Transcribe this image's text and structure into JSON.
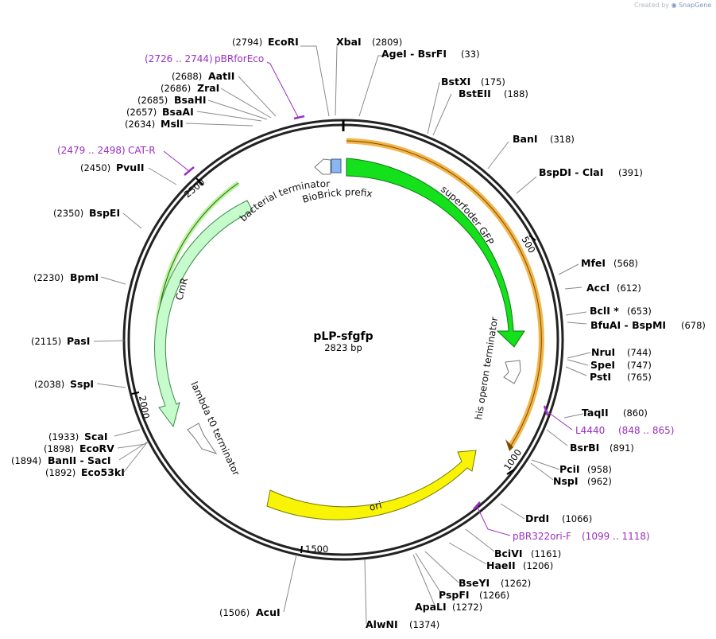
{
  "watermark": {
    "prefix": "Created by",
    "brand": "SnapGene"
  },
  "plasmid": {
    "name": "pLP-sfgfp",
    "size": "2823 bp",
    "length": 2823
  },
  "ticks": [
    "500",
    "1000",
    "1500",
    "2000",
    "2500"
  ],
  "features": [
    {
      "name": "superfoder GFP",
      "color": "#14e01b"
    },
    {
      "name": "his operon terminator",
      "color": "#ffffff"
    },
    {
      "name": "ori",
      "color": "#f9f406"
    },
    {
      "name": "lambda t0 terminator",
      "color": "#ffffff"
    },
    {
      "name": "CmR",
      "color": "#c6fbcc"
    },
    {
      "name": "bacterial terminator",
      "color": "#ffffff"
    },
    {
      "name": "BioBrick prefix",
      "color": "#8ab7f0"
    }
  ],
  "orange_region_color": "#f3b54a",
  "enzymes": [
    {
      "num": "(2794)",
      "name": "EcoRI"
    },
    {
      "num": "(2809)",
      "name": "XbaI"
    },
    {
      "num": "(33)",
      "name": "AgeI - BsrFI"
    },
    {
      "num": "(175)",
      "name": "BstXI"
    },
    {
      "num": "(188)",
      "name": "BstEII"
    },
    {
      "num": "(318)",
      "name": "BanI"
    },
    {
      "num": "(391)",
      "name": "BspDI - ClaI"
    },
    {
      "num": "(568)",
      "name": "MfeI"
    },
    {
      "num": "(612)",
      "name": "AccI"
    },
    {
      "num": "(653)",
      "name": "BclI *"
    },
    {
      "num": "(678)",
      "name": "BfuAI - BspMI"
    },
    {
      "num": "(744)",
      "name": "NruI"
    },
    {
      "num": "(747)",
      "name": "SpeI"
    },
    {
      "num": "(765)",
      "name": "PstI"
    },
    {
      "num": "(860)",
      "name": "TaqII"
    },
    {
      "num": "(891)",
      "name": "BsrBI"
    },
    {
      "num": "(958)",
      "name": "PciI"
    },
    {
      "num": "(962)",
      "name": "NspI"
    },
    {
      "num": "(1066)",
      "name": "DrdI"
    },
    {
      "num": "(1161)",
      "name": "BciVI"
    },
    {
      "num": "(1206)",
      "name": "HaeII"
    },
    {
      "num": "(1262)",
      "name": "BseYI"
    },
    {
      "num": "(1266)",
      "name": "PspFI"
    },
    {
      "num": "(1272)",
      "name": "ApaLI"
    },
    {
      "num": "(1374)",
      "name": "AlwNI"
    },
    {
      "num": "(1506)",
      "name": "AcuI"
    },
    {
      "num": "(1892)",
      "name": "Eco53kI"
    },
    {
      "num": "(1894)",
      "name": "BanII - SacI"
    },
    {
      "num": "(1898)",
      "name": "EcoRV"
    },
    {
      "num": "(1933)",
      "name": "ScaI"
    },
    {
      "num": "(2038)",
      "name": "SspI"
    },
    {
      "num": "(2115)",
      "name": "PasI"
    },
    {
      "num": "(2230)",
      "name": "BpmI"
    },
    {
      "num": "(2350)",
      "name": "BspEI"
    },
    {
      "num": "(2450)",
      "name": "PvuII"
    },
    {
      "num": "(2634)",
      "name": "MslI"
    },
    {
      "num": "(2657)",
      "name": "BsaAI"
    },
    {
      "num": "(2685)",
      "name": "BsaHI"
    },
    {
      "num": "(2686)",
      "name": "ZraI"
    },
    {
      "num": "(2688)",
      "name": "AatII"
    }
  ],
  "primers": [
    {
      "range": "(2726 .. 2744)",
      "name": "pBRforEco"
    },
    {
      "range": "(2479 .. 2498)",
      "name": "CAT-R"
    },
    {
      "range": "(848 .. 865)",
      "name": "L4440"
    },
    {
      "range": "(1099 .. 1118)",
      "name": "pBR322ori-F"
    }
  ]
}
